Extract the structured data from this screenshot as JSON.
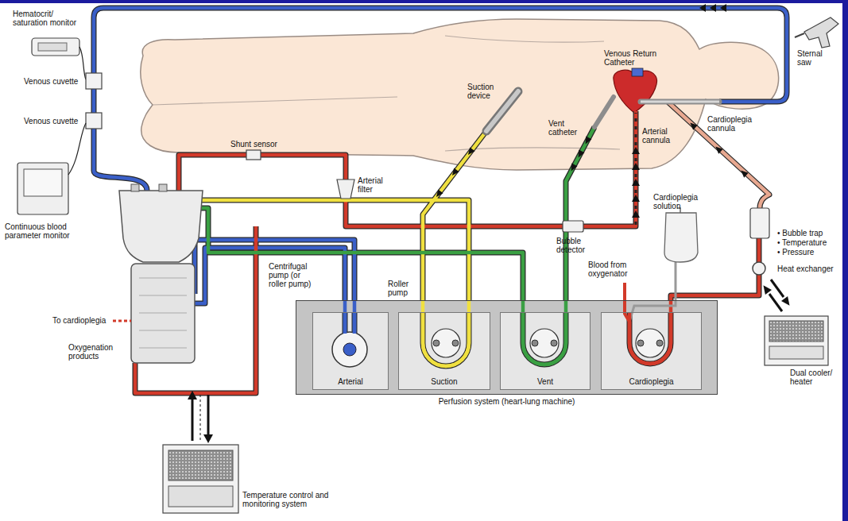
{
  "diagram": {
    "nodes": [
      {
        "text": [
          "Perfusion system (heart-lung machine)"
        ]
      },
      {
        "text": [
          "Arterial"
        ],
        "in": 0
      },
      {
        "text": [
          "Suction"
        ],
        "in": 0
      },
      {
        "text": [
          "Vent"
        ],
        "in": 0
      },
      {
        "text": [
          "Cardioplegia"
        ],
        "in": 0
      }
    ],
    "labels": [
      "Hematocrit/ saturation monitor",
      "Venous cuvette",
      "Venous cuvette",
      "Continuous blood parameter monitor",
      "Shunt sensor",
      "Arterial filter",
      "Suction device",
      "Vent catheter",
      "Venous Return Catheter",
      "Sternal saw",
      "Cardioplegia cannula",
      "Arterial cannula",
      "Bubble detector",
      "Cardioplegia solution",
      "• Bubble trap",
      "• Temperature",
      "• Pressure",
      "Heat exchanger",
      "Dual cooler/ heater",
      "Blood from oxygenator",
      "Roller pump",
      "Centrifugal pump (or roller pump)",
      "To cardioplegia",
      "Oxygenation products",
      "Temperature control and monitoring system"
    ]
  }
}
